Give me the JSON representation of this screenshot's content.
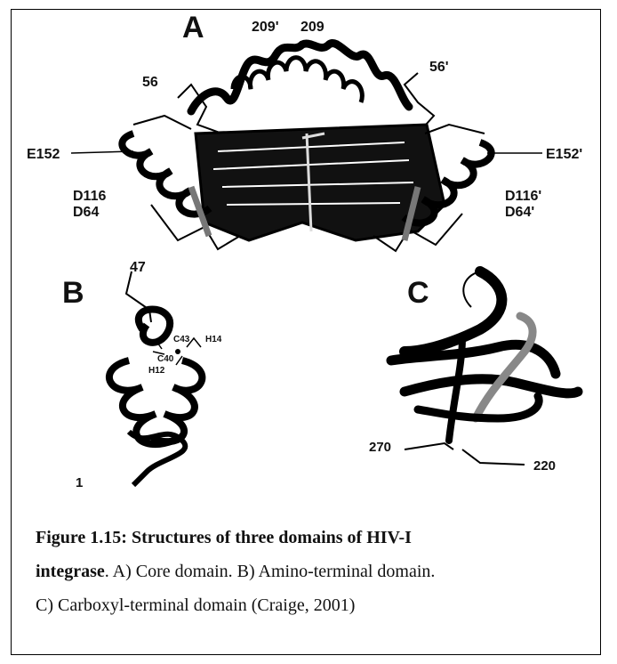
{
  "figure": {
    "panels": {
      "a": "A",
      "b": "B",
      "c": "C"
    },
    "residue_labels_a": {
      "r209p": "209'",
      "r209": "209",
      "r56": "56",
      "r56p": "56'",
      "e152": "E152",
      "e152p": "E152'",
      "d116": "D116",
      "d64": "D64",
      "d116p": "D116'",
      "d64p": "D64'"
    },
    "residue_labels_b": {
      "r47": "47",
      "c43": "C43",
      "h14": "H14",
      "c40": "C40",
      "h12": "H12",
      "r1": "1"
    },
    "residue_labels_c": {
      "r270": "270",
      "r220": "220"
    }
  },
  "caption": {
    "bold_part": "Figure 1.15: Structures of three domains of HIV-I integrase",
    "line1_bold": "Figure 1.15: Structures of three domains of HIV-I",
    "line2_bold": "integrase",
    "line2_rest": ". A) Core domain. B) Amino-terminal domain.",
    "line3": "C) Carboxyl-terminal domain (Craige, 2001)"
  }
}
